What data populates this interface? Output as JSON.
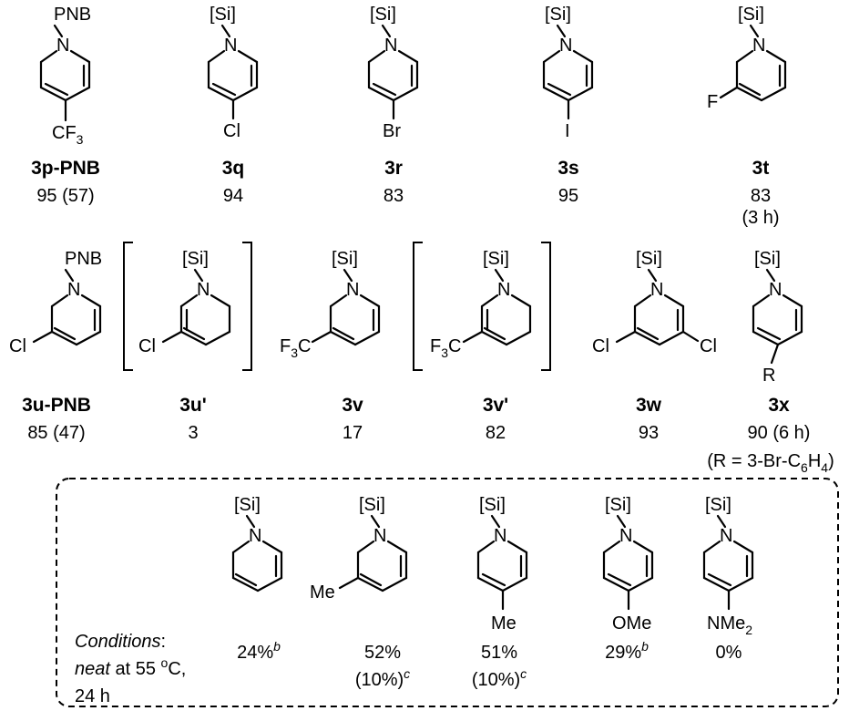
{
  "compounds": [
    {
      "id": "3p-PNB",
      "n_group": "PNB",
      "substituent": "CF3",
      "yield": "95 (57)",
      "note": ""
    },
    {
      "id": "3q",
      "n_group": "[Si]",
      "substituent": "Cl",
      "yield": "94",
      "note": ""
    },
    {
      "id": "3r",
      "n_group": "[Si]",
      "substituent": "Br",
      "yield": "83",
      "note": ""
    },
    {
      "id": "3s",
      "n_group": "[Si]",
      "substituent": "I",
      "yield": "95",
      "note": ""
    },
    {
      "id": "3t",
      "n_group": "[Si]",
      "substituent": "F",
      "yield": "83",
      "note": "(3 h)"
    },
    {
      "id": "3u-PNB",
      "n_group": "PNB",
      "substituent": "Cl",
      "yield": "85 (47)",
      "note": ""
    },
    {
      "id": "3u'",
      "n_group": "[Si]",
      "substituent": "Cl",
      "yield": "3",
      "note": ""
    },
    {
      "id": "3v",
      "n_group": "[Si]",
      "substituent": "CF3",
      "yield": "17",
      "note": ""
    },
    {
      "id": "3v'",
      "n_group": "[Si]",
      "substituent": "CF3",
      "yield": "82",
      "note": ""
    },
    {
      "id": "3w",
      "n_group": "[Si]",
      "substituent": "Cl, Cl",
      "yield": "93",
      "note": ""
    },
    {
      "id": "3x",
      "n_group": "[Si]",
      "substituent": "R",
      "yield": "90 (6 h)",
      "note": "(R = 3-Br-C6H4)"
    }
  ],
  "conditions_box": {
    "label_italic": "Conditions",
    "label_colon": ":",
    "line2_italic": "neat",
    "line2_rest_pre": " at 55 ",
    "line2_deg": "o",
    "line2_rest_post": "C,",
    "line3": "24 h",
    "entries": [
      {
        "substituent": "",
        "yield": "24%",
        "sup": "b",
        "paren": "",
        "paren_sup": ""
      },
      {
        "substituent": "Me",
        "yield": "52%",
        "sup": "",
        "paren": "(10%)",
        "paren_sup": "c"
      },
      {
        "substituent": "Me",
        "yield": "51%",
        "sup": "",
        "paren": "(10%)",
        "paren_sup": "c"
      },
      {
        "substituent": "OMe",
        "yield": "29%",
        "sup": "b",
        "paren": "",
        "paren_sup": ""
      },
      {
        "substituent": "NMe2",
        "yield": "0%",
        "sup": "",
        "paren": "",
        "paren_sup": ""
      }
    ]
  },
  "labels": {
    "si": "[Si]",
    "pnb": "PNB",
    "n": "N",
    "cf": "CF",
    "three": "3",
    "f3c_f": "F",
    "f3c_c": "C",
    "cl": "Cl",
    "br": "Br",
    "i": "I",
    "f": "F",
    "r": "R",
    "me": "Me",
    "ome": "OMe",
    "nme": "NMe",
    "two": "2",
    "r_note_pre": "(R = 3-Br-C",
    "r_note_6": "6",
    "r_note_h": "H",
    "r_note_4": "4",
    "r_note_post": ")"
  }
}
